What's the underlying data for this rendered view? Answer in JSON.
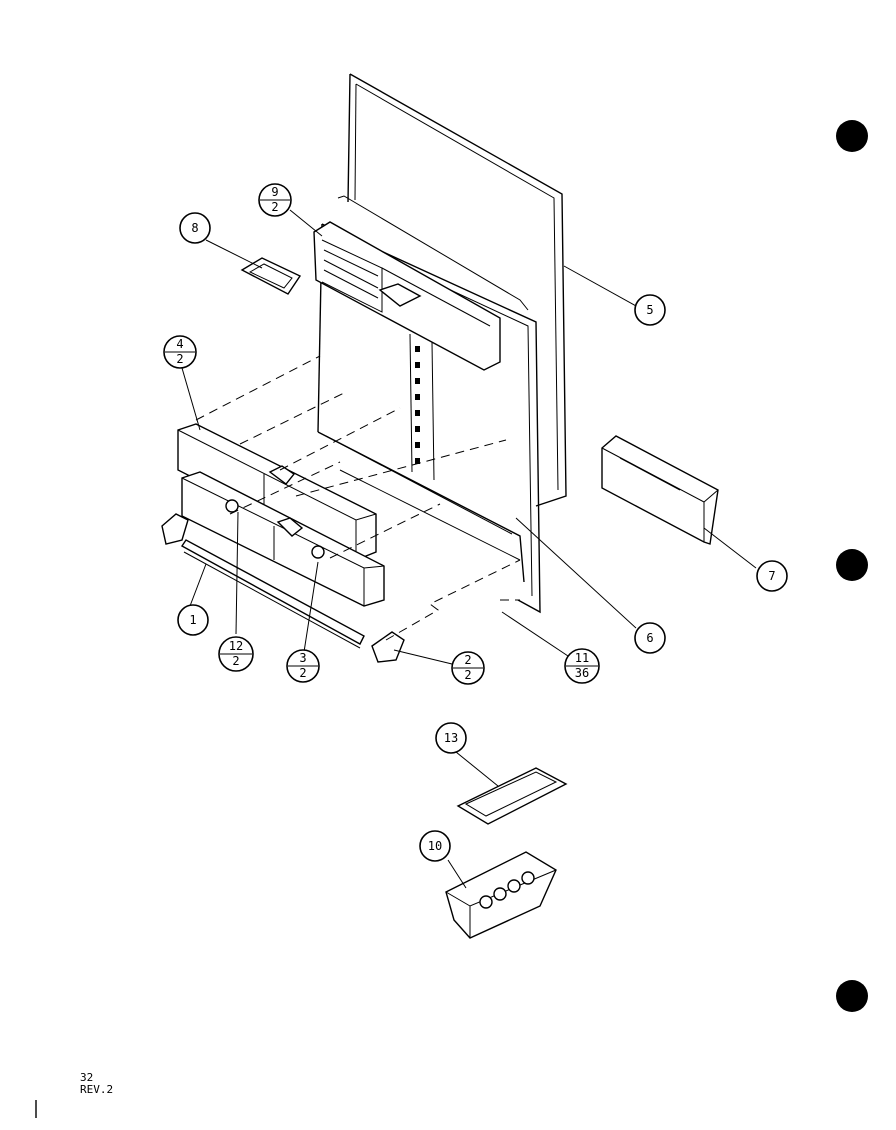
{
  "callouts": [
    {
      "id": "8",
      "top": "8"
    },
    {
      "id": "9-2",
      "top": "9",
      "bottom": "2"
    },
    {
      "id": "5",
      "top": "5"
    },
    {
      "id": "4-2",
      "top": "4",
      "bottom": "2"
    },
    {
      "id": "7",
      "top": "7"
    },
    {
      "id": "6",
      "top": "6"
    },
    {
      "id": "1",
      "top": "1"
    },
    {
      "id": "12-2",
      "top": "12",
      "bottom": "2"
    },
    {
      "id": "3-2",
      "top": "3",
      "bottom": "2"
    },
    {
      "id": "2-2",
      "top": "2",
      "bottom": "2"
    },
    {
      "id": "11-36",
      "top": "11",
      "bottom": "36"
    },
    {
      "id": "13",
      "top": "13"
    },
    {
      "id": "10",
      "top": "10"
    }
  ],
  "footer": {
    "page": "32",
    "revision": "REV.2"
  }
}
